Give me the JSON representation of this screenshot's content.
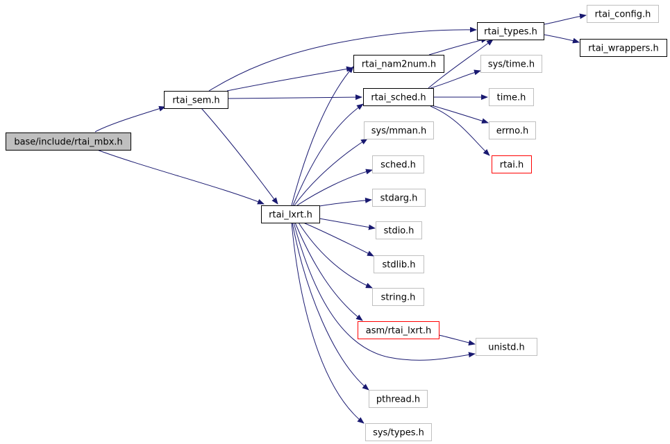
{
  "colors": {
    "edge": "#191970",
    "root_fill": "#bfbfbf",
    "solid_border": "#000000",
    "external_border": "#bfbfbf",
    "truncated_border": "#ff0000"
  },
  "nodes": {
    "mbx": {
      "label": "base/include/rtai_mbx.h",
      "kind": "root"
    },
    "sem": {
      "label": "rtai_sem.h",
      "kind": "solid"
    },
    "lxrt": {
      "label": "rtai_lxrt.h",
      "kind": "solid"
    },
    "nam2num": {
      "label": "rtai_nam2num.h",
      "kind": "solid"
    },
    "sched": {
      "label": "rtai_sched.h",
      "kind": "solid"
    },
    "types": {
      "label": "rtai_types.h",
      "kind": "solid"
    },
    "config": {
      "label": "rtai_config.h",
      "kind": "external"
    },
    "wrappers": {
      "label": "rtai_wrappers.h",
      "kind": "solid"
    },
    "systime": {
      "label": "sys/time.h",
      "kind": "external"
    },
    "time": {
      "label": "time.h",
      "kind": "external"
    },
    "errno": {
      "label": "errno.h",
      "kind": "external"
    },
    "rtai": {
      "label": "rtai.h",
      "kind": "truncated"
    },
    "sysmman": {
      "label": "sys/mman.h",
      "kind": "external"
    },
    "schedh": {
      "label": "sched.h",
      "kind": "external"
    },
    "stdarg": {
      "label": "stdarg.h",
      "kind": "external"
    },
    "stdio": {
      "label": "stdio.h",
      "kind": "external"
    },
    "stdlib": {
      "label": "stdlib.h",
      "kind": "external"
    },
    "string": {
      "label": "string.h",
      "kind": "external"
    },
    "asmlxrt": {
      "label": "asm/rtai_lxrt.h",
      "kind": "truncated"
    },
    "unistd": {
      "label": "unistd.h",
      "kind": "external"
    },
    "pthread": {
      "label": "pthread.h",
      "kind": "external"
    },
    "systypes": {
      "label": "sys/types.h",
      "kind": "external"
    }
  },
  "edges": [
    [
      "mbx",
      "sem"
    ],
    [
      "mbx",
      "lxrt"
    ],
    [
      "sem",
      "types"
    ],
    [
      "sem",
      "nam2num"
    ],
    [
      "sem",
      "sched"
    ],
    [
      "sem",
      "lxrt"
    ],
    [
      "nam2num",
      "types"
    ],
    [
      "sched",
      "types"
    ],
    [
      "sched",
      "systime"
    ],
    [
      "sched",
      "time"
    ],
    [
      "sched",
      "errno"
    ],
    [
      "sched",
      "rtai"
    ],
    [
      "types",
      "config"
    ],
    [
      "types",
      "wrappers"
    ],
    [
      "lxrt",
      "nam2num"
    ],
    [
      "lxrt",
      "sched"
    ],
    [
      "lxrt",
      "sysmman"
    ],
    [
      "lxrt",
      "schedh"
    ],
    [
      "lxrt",
      "stdarg"
    ],
    [
      "lxrt",
      "stdio"
    ],
    [
      "lxrt",
      "stdlib"
    ],
    [
      "lxrt",
      "string"
    ],
    [
      "lxrt",
      "asmlxrt"
    ],
    [
      "lxrt",
      "unistd"
    ],
    [
      "lxrt",
      "pthread"
    ],
    [
      "lxrt",
      "systypes"
    ],
    [
      "asmlxrt",
      "unistd"
    ]
  ]
}
